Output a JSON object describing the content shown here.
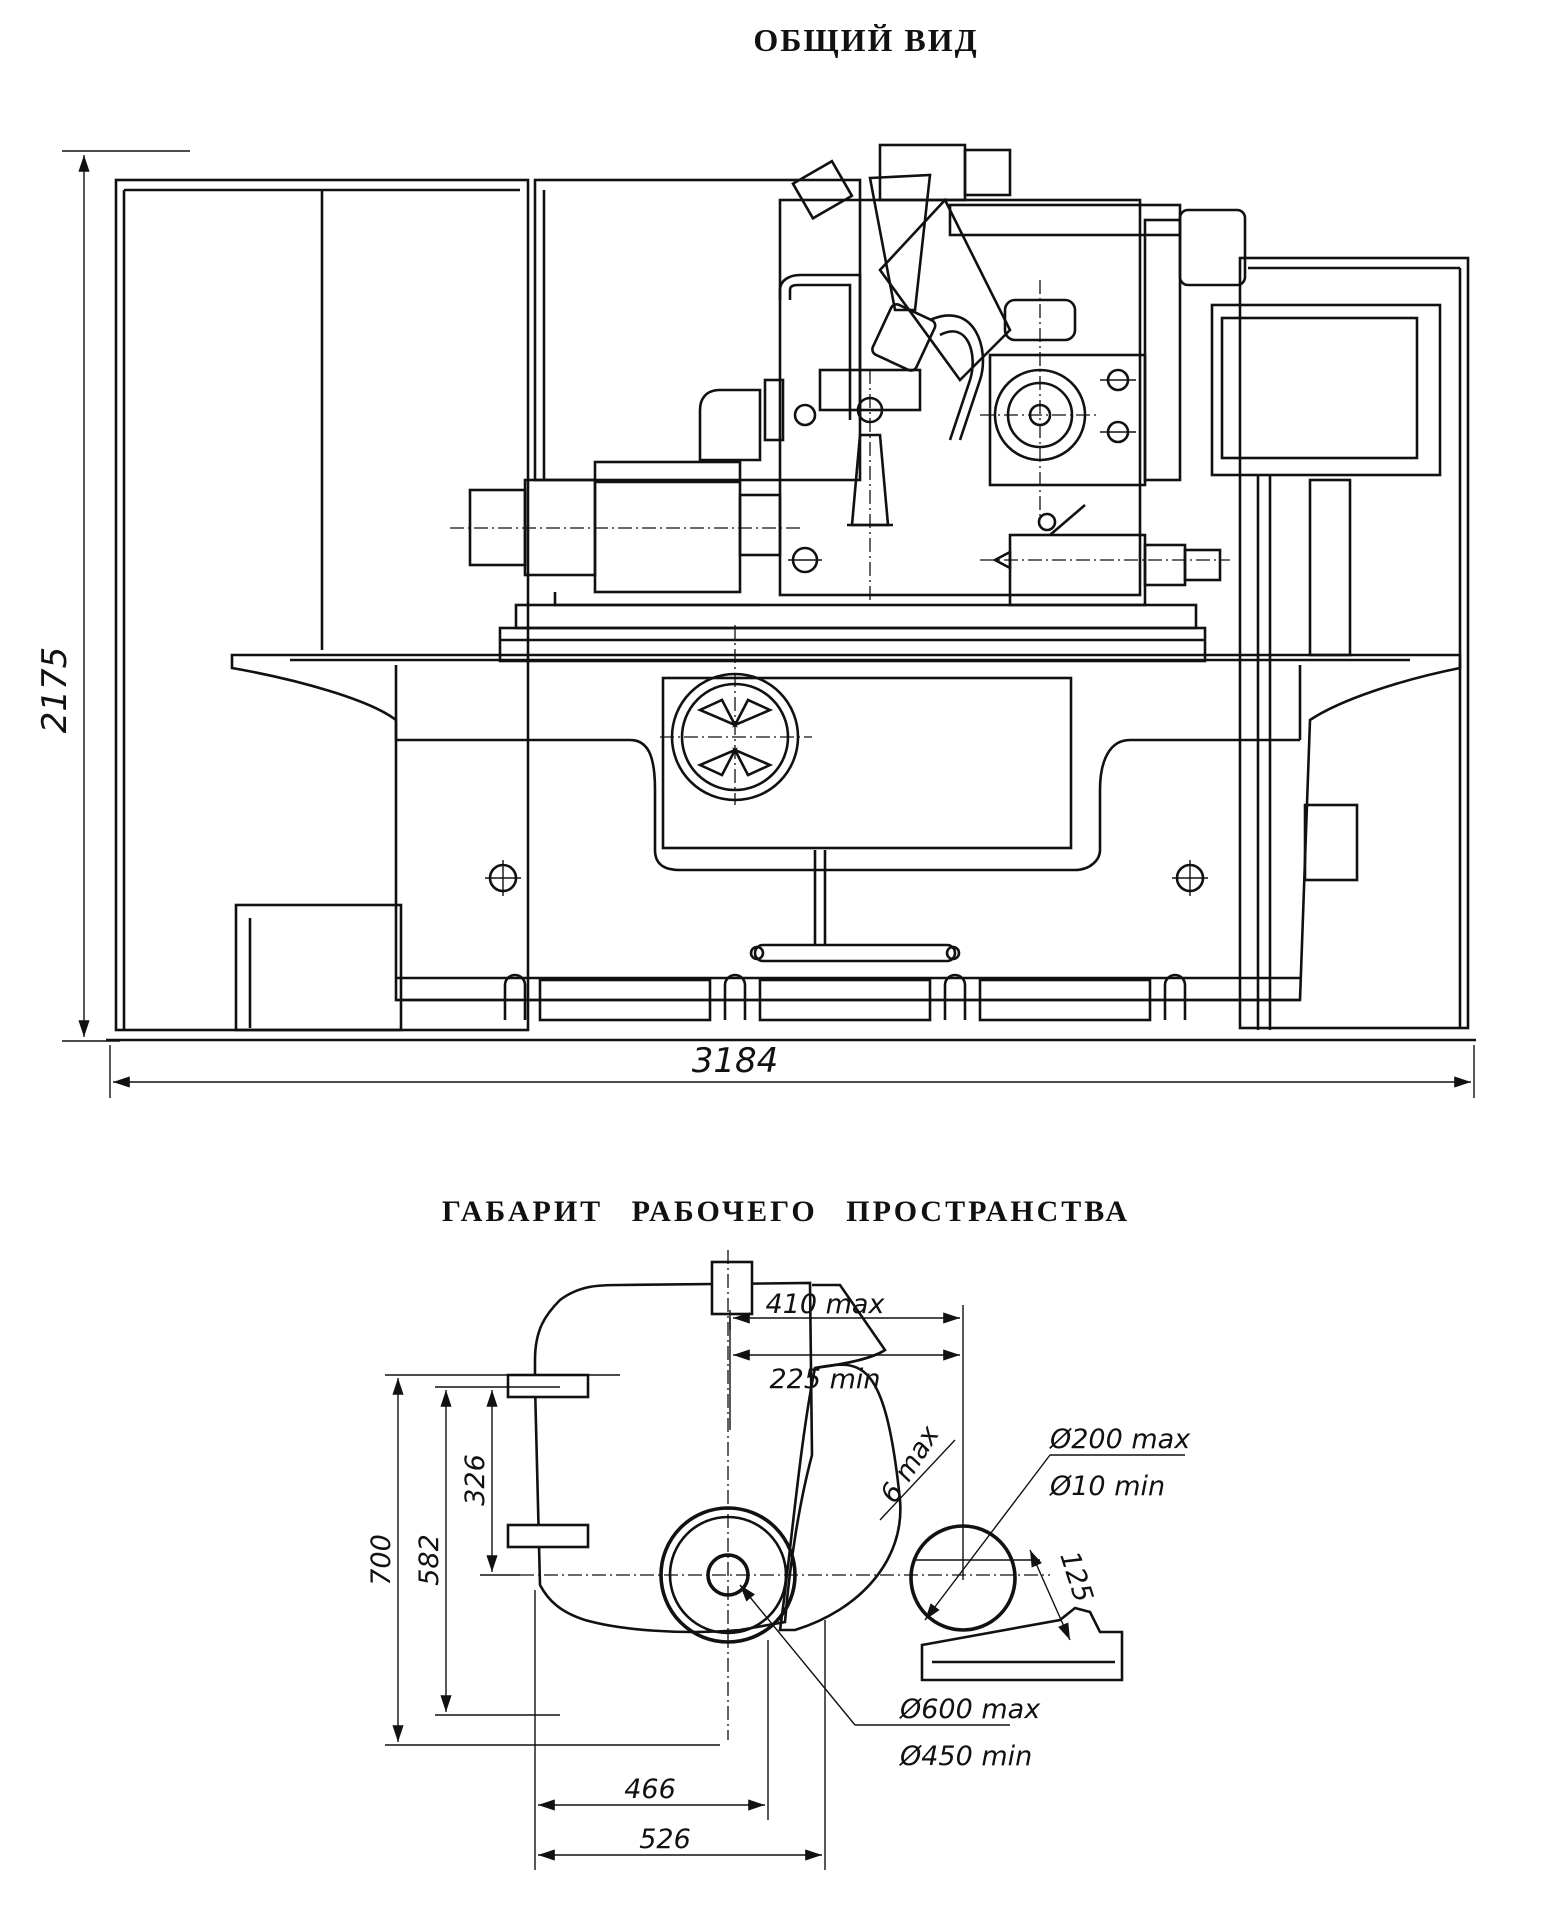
{
  "titles": {
    "general_view": "ОБЩИЙ ВИД",
    "work_space": "ГАБАРИТ   РАБОЧЕГО   ПРОСТРАНСТВА"
  },
  "general_view": {
    "height_dim": "2175",
    "width_dim": "3184"
  },
  "work_space": {
    "dim_410": "410 max",
    "dim_225": "225 min",
    "dim_6": "6 max",
    "dim_d200": "Ø200 max",
    "dim_d10": "Ø10 min",
    "dim_125": "125",
    "dim_700": "700",
    "dim_582": "582",
    "dim_326": "326",
    "dim_d600": "Ø600 max",
    "dim_d450": "Ø450 min",
    "dim_466": "466",
    "dim_526": "526"
  },
  "colors": {
    "ink": "#111111",
    "paper": "#ffffff"
  }
}
